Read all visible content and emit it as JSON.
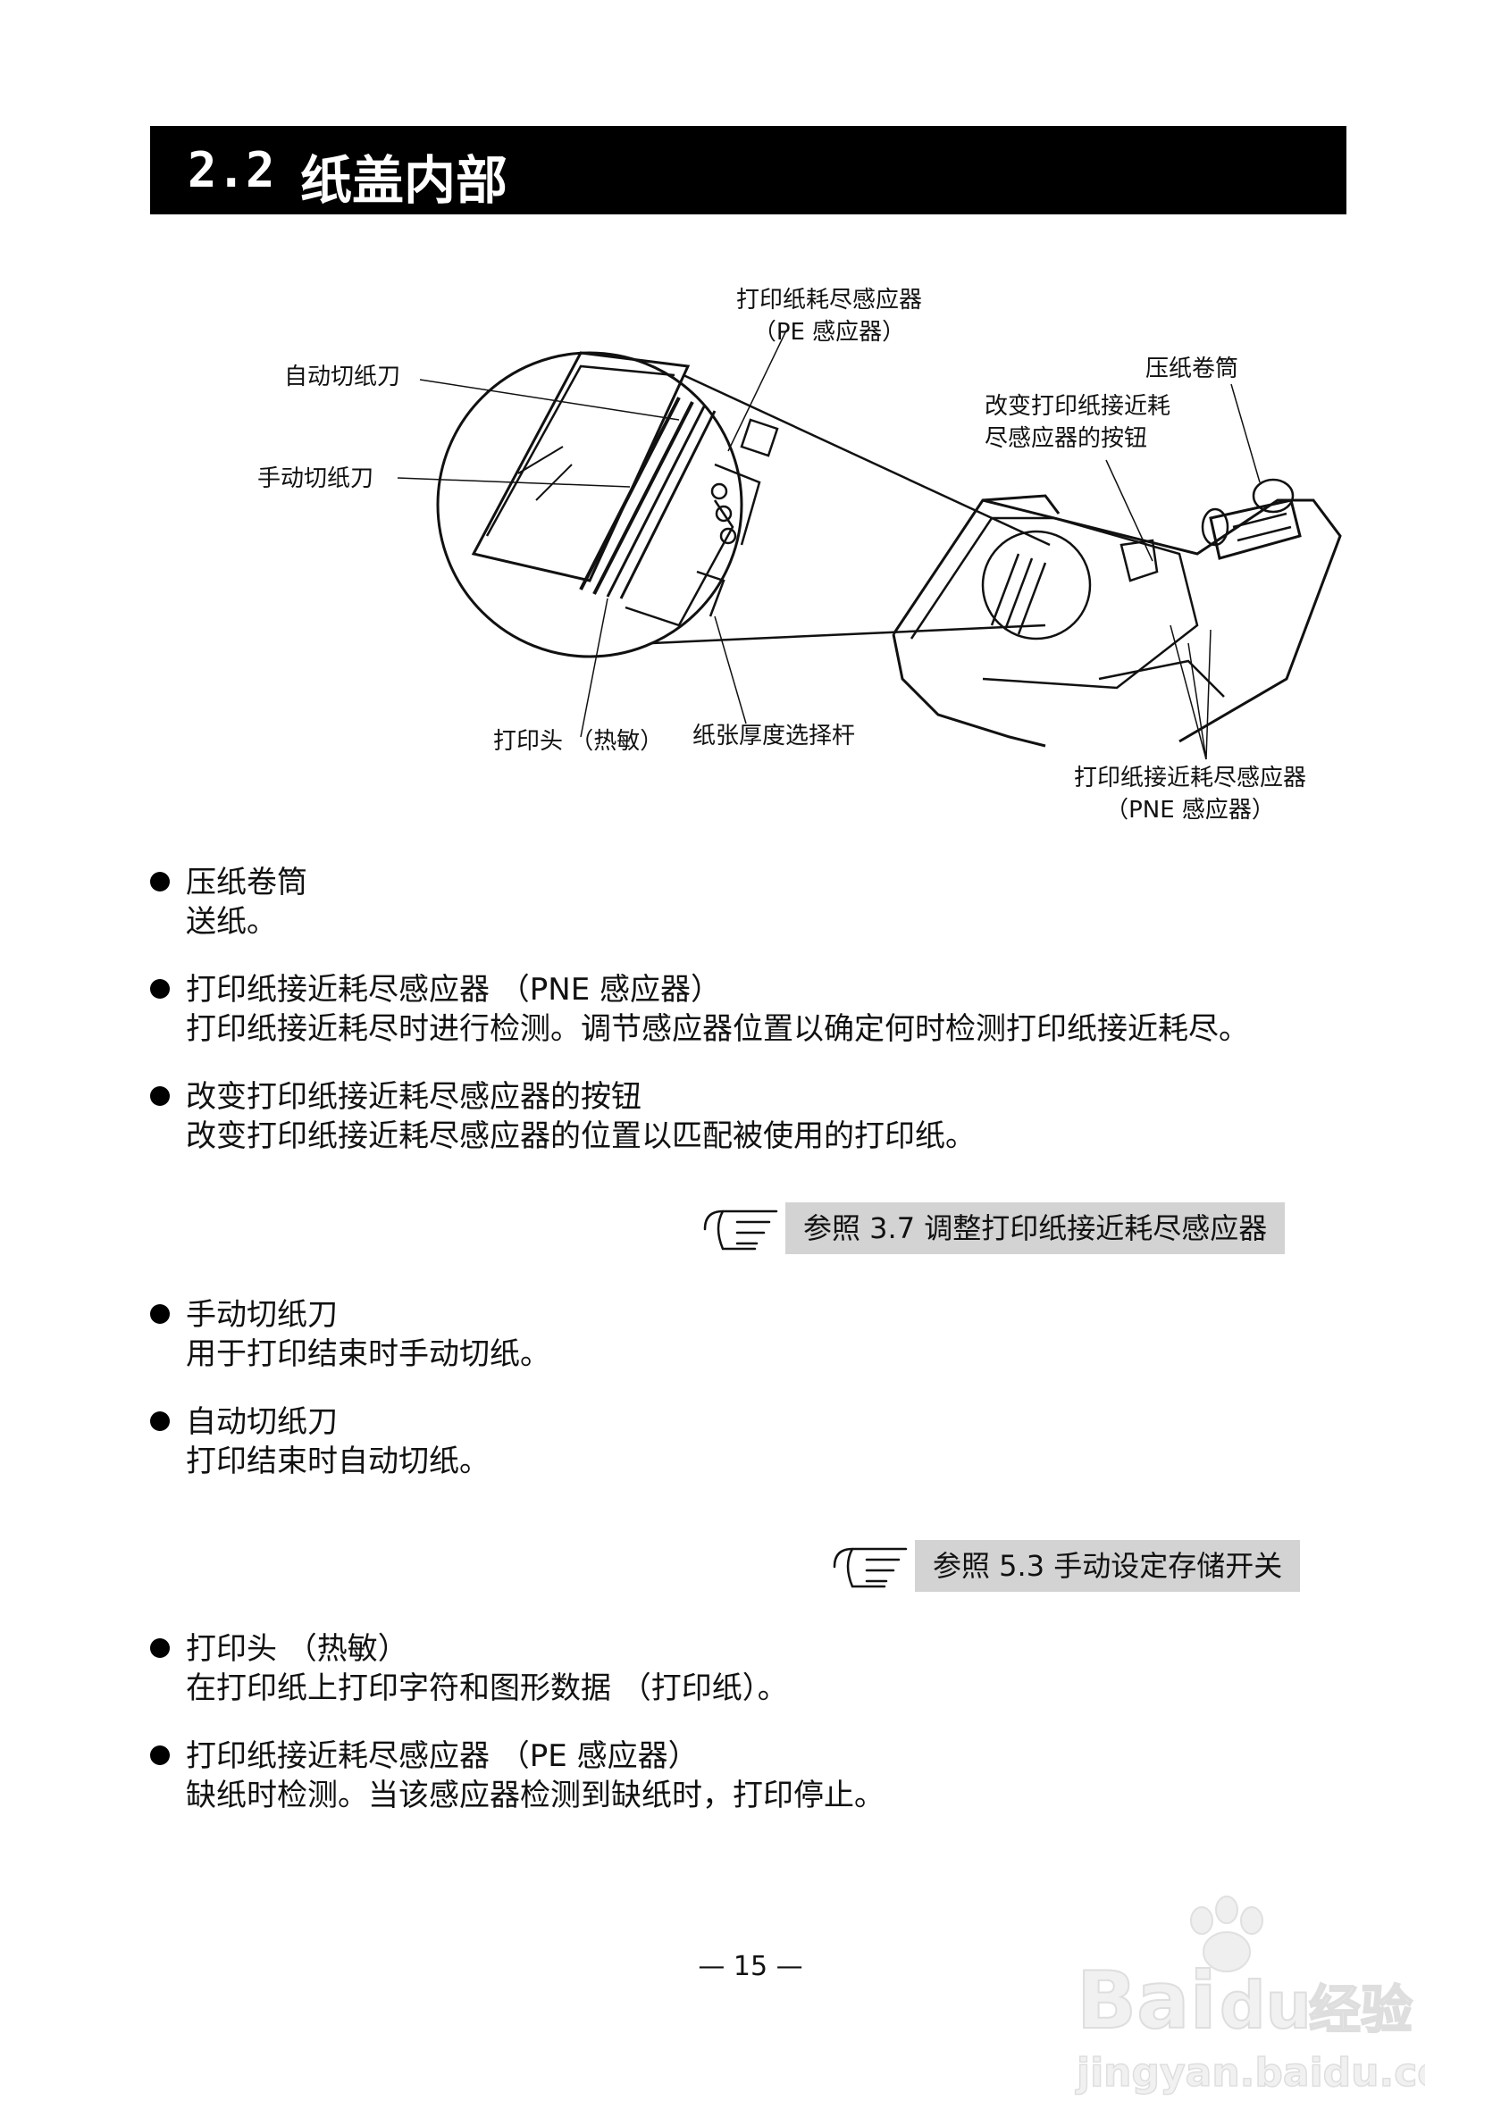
{
  "section": {
    "number": "2.2",
    "title": "纸盖内部"
  },
  "figure": {
    "callouts": {
      "pe_sensor_line1": "打印纸耗尽感应器",
      "pe_sensor_line2": "（PE 感应器）",
      "auto_cutter": "自动切纸刀",
      "manual_cutter": "手动切纸刀",
      "platen": "压纸卷筒",
      "pne_button_line1": "改变打印纸接近耗",
      "pne_button_line2": "尽感应器的按钮",
      "print_head": "打印头 （热敏）",
      "thickness_lever": "纸张厚度选择杆",
      "pne_sensor_line1": "打印纸接近耗尽感应器",
      "pne_sensor_line2": "（PNE 感应器）"
    }
  },
  "items": [
    {
      "head": "压纸卷筒",
      "desc": "送纸。"
    },
    {
      "head": "打印纸接近耗尽感应器 （PNE 感应器）",
      "desc": "打印纸接近耗尽时进行检测。调节感应器位置以确定何时检测打印纸接近耗尽。"
    },
    {
      "head": "改变打印纸接近耗尽感应器的按钮",
      "desc": "改变打印纸接近耗尽感应器的位置以匹配被使用的打印纸。"
    },
    {
      "head": "手动切纸刀",
      "desc": "用于打印结束时手动切纸。"
    },
    {
      "head": "自动切纸刀",
      "desc": "打印结束时自动切纸。"
    },
    {
      "head": "打印头 （热敏）",
      "desc": "在打印纸上打印字符和图形数据 （打印纸）。"
    },
    {
      "head": "打印纸接近耗尽感应器 （PE 感应器）",
      "desc": "缺纸时检测。当该感应器检测到缺纸时，打印停止。"
    }
  ],
  "refs": [
    {
      "label": "参照 3.7 调整打印纸接近耗尽感应器"
    },
    {
      "label": "参照 5.3 手动设定存储开关"
    }
  ],
  "page_number": "— 15 —",
  "watermark": {
    "brand": "Bai du 经验",
    "url": "jingyan.baidu.com"
  }
}
